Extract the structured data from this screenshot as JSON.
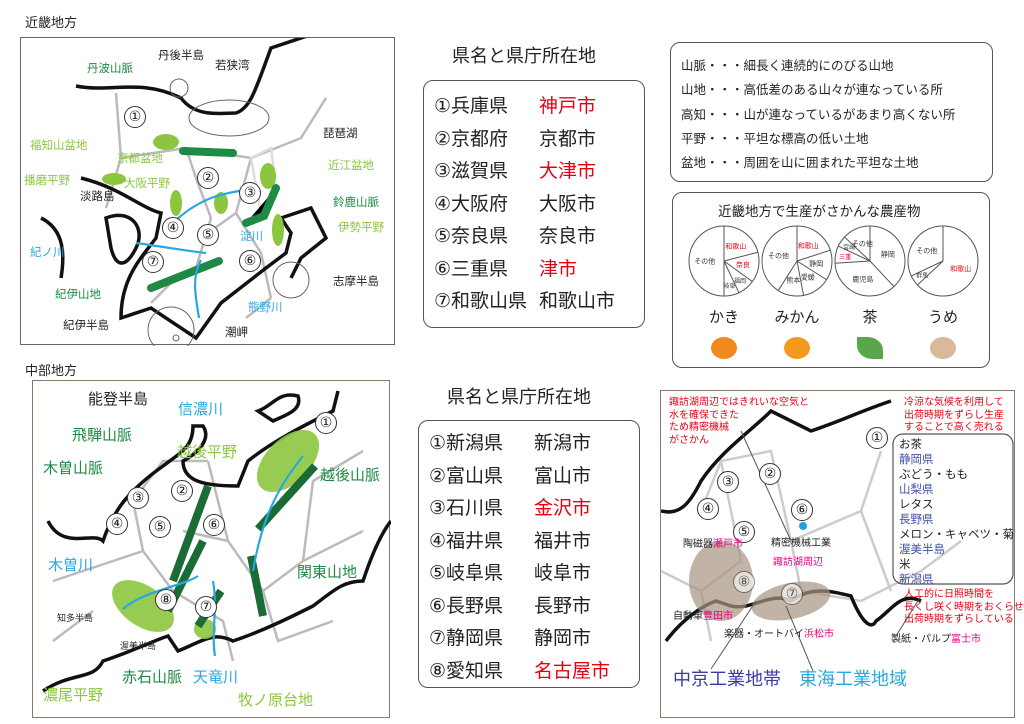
{
  "kinki": {
    "heading": "近畿地方",
    "labels": {
      "tango": "丹後半島",
      "wakasa": "若狭湾",
      "tanba": "丹波山脈",
      "fukuchiyama": "福知山盆地",
      "biwa": "琵琶湖",
      "kyoto_basin": "京都盆地",
      "omi": "近江盆地",
      "harima": "播磨平野",
      "osaka": "大阪平野",
      "awaji": "淡路島",
      "suzuka": "鈴鹿山脈",
      "yodo": "淀川",
      "ise": "伊勢平野",
      "kinokawa": "紀ノ川",
      "kii_mts": "紀伊山地",
      "shima": "志摩半島",
      "kumano": "熊野川",
      "kii_pen": "紀伊半島",
      "shiono": "潮岬"
    },
    "nums": [
      "①",
      "②",
      "③",
      "④",
      "⑤",
      "⑥",
      "⑦"
    ]
  },
  "kinki_list": {
    "title": "県名と県庁所在地",
    "rows": [
      {
        "pref": "①兵庫県",
        "city": "神戸市",
        "highlight": true
      },
      {
        "pref": "②京都府",
        "city": "京都市",
        "highlight": false
      },
      {
        "pref": "③滋賀県",
        "city": "大津市",
        "highlight": true
      },
      {
        "pref": "④大阪府",
        "city": "大阪市",
        "highlight": false
      },
      {
        "pref": "⑤奈良県",
        "city": "奈良市",
        "highlight": false
      },
      {
        "pref": "⑥三重県",
        "city": "津市",
        "highlight": true
      },
      {
        "pref": "⑦和歌山県",
        "city": "和歌山市",
        "highlight": false
      }
    ]
  },
  "definitions": [
    "山脈・・・細長く連続的にのびる山地",
    "山地・・・高低差のある山々が連なっている所",
    "高知・・・山が連なっているがあまり高くない所",
    "平野・・・平坦な標高の低い土地",
    "盆地・・・周囲を山に囲まれた平坦な土地"
  ],
  "agri": {
    "title": "近畿地方で生産がさかんな農産物",
    "crops": [
      {
        "name": "かき",
        "icon": "persimmon-icon",
        "color": "#f08a1c",
        "slices": [
          {
            "label": "和歌山",
            "value": 21,
            "red": true
          },
          {
            "label": "奈良",
            "value": 14,
            "red": true
          },
          {
            "label": "福岡",
            "value": 8
          },
          {
            "label": "岐阜",
            "value": 7
          },
          {
            "label": "その他",
            "value": 50
          }
        ]
      },
      {
        "name": "みかん",
        "icon": "mandarin-icon",
        "color": "#f39a1e",
        "slices": [
          {
            "label": "和歌山",
            "value": 20,
            "red": true
          },
          {
            "label": "静岡",
            "value": 14
          },
          {
            "label": "愛媛",
            "value": 13
          },
          {
            "label": "熊本",
            "value": 12
          },
          {
            "label": "その他",
            "value": 41
          }
        ]
      },
      {
        "name": "茶",
        "icon": "tea-leaf-icon",
        "color": "#5aa64a",
        "slices": [
          {
            "label": "静岡",
            "value": 38
          },
          {
            "label": "鹿児島",
            "value": 36
          },
          {
            "label": "三重",
            "value": 8,
            "red": true
          },
          {
            "label": "宮崎",
            "value": 5
          },
          {
            "label": "その他",
            "value": 13
          }
        ]
      },
      {
        "name": "うめ",
        "icon": "umeboshi-bento-icon",
        "color": "#d9b99a",
        "slices": [
          {
            "label": "和歌山",
            "value": 63,
            "red": true
          },
          {
            "label": "群馬",
            "value": 5
          },
          {
            "label": "その他",
            "value": 32
          }
        ]
      }
    ]
  },
  "chubu": {
    "heading": "中部地方",
    "labels": {
      "noto": "能登半島",
      "shinano": "信濃川",
      "hida": "飛騨山脈",
      "echigo_plain": "越後平野",
      "kiso_mts": "木曽山脈",
      "echigo_mts": "越後山脈",
      "kisogawa": "木曽川",
      "kanto": "関東山地",
      "chita": "知多半島",
      "atsumi": "渥美半島",
      "akaishi": "赤石山脈",
      "tenryu": "天竜川",
      "nobi": "濃尾平野",
      "makinohara": "牧ノ原台地"
    },
    "nums": [
      "①",
      "②",
      "③",
      "④",
      "⑤",
      "⑥",
      "⑦",
      "⑧"
    ]
  },
  "chubu_list": {
    "title": "県名と県庁所在地",
    "rows": [
      {
        "pref": "①新潟県",
        "city": "新潟市",
        "highlight": false
      },
      {
        "pref": "②富山県",
        "city": "富山市",
        "highlight": false
      },
      {
        "pref": "③石川県",
        "city": "金沢市",
        "highlight": true
      },
      {
        "pref": "④福井県",
        "city": "福井市",
        "highlight": false
      },
      {
        "pref": "⑤岐阜県",
        "city": "岐阜市",
        "highlight": false
      },
      {
        "pref": "⑥長野県",
        "city": "長野市",
        "highlight": false
      },
      {
        "pref": "⑦静岡県",
        "city": "静岡市",
        "highlight": false
      },
      {
        "pref": "⑧愛知県",
        "city": "名古屋市",
        "highlight": true
      }
    ]
  },
  "industry": {
    "note_suwa": [
      "諏訪湖周辺ではきれいな空気と",
      "水を確保できた",
      "ため精密機械",
      "がさかん"
    ],
    "note_cool": [
      "冷涼な気候を利用して",
      "出荷時期をずらし生産",
      "することで高く売れる"
    ],
    "note_light": [
      "人工的に日照時間を",
      "長くし咲く時期をおくらせ",
      "出荷時期をずらしている"
    ],
    "produce": [
      {
        "item": "お茶",
        "place": "静岡県"
      },
      {
        "item": "ぶどう・もも",
        "place": "山梨県"
      },
      {
        "item": "レタス",
        "place": "長野県"
      },
      {
        "item": "メロン・キャベツ・菊",
        "place": "渥美半島"
      },
      {
        "item": "米",
        "place": "新潟県"
      }
    ],
    "seto": {
      "item": "陶磁器",
      "city": "瀬戸市"
    },
    "precision": {
      "item": "精密機械工業",
      "place": "諏訪湖周辺"
    },
    "toyota": {
      "item": "自動車",
      "city": "豊田市"
    },
    "hamamatsu": {
      "item": "楽器・オートバイ",
      "city": "浜松市"
    },
    "fuji": {
      "item": "製紙・パルプ",
      "city": "富士市"
    },
    "chukyo": "中京工業地帯",
    "tokai": "東海工業地域",
    "nums": [
      "①",
      "②",
      "③",
      "④",
      "⑤",
      "⑥",
      "⑦",
      "⑧"
    ]
  }
}
